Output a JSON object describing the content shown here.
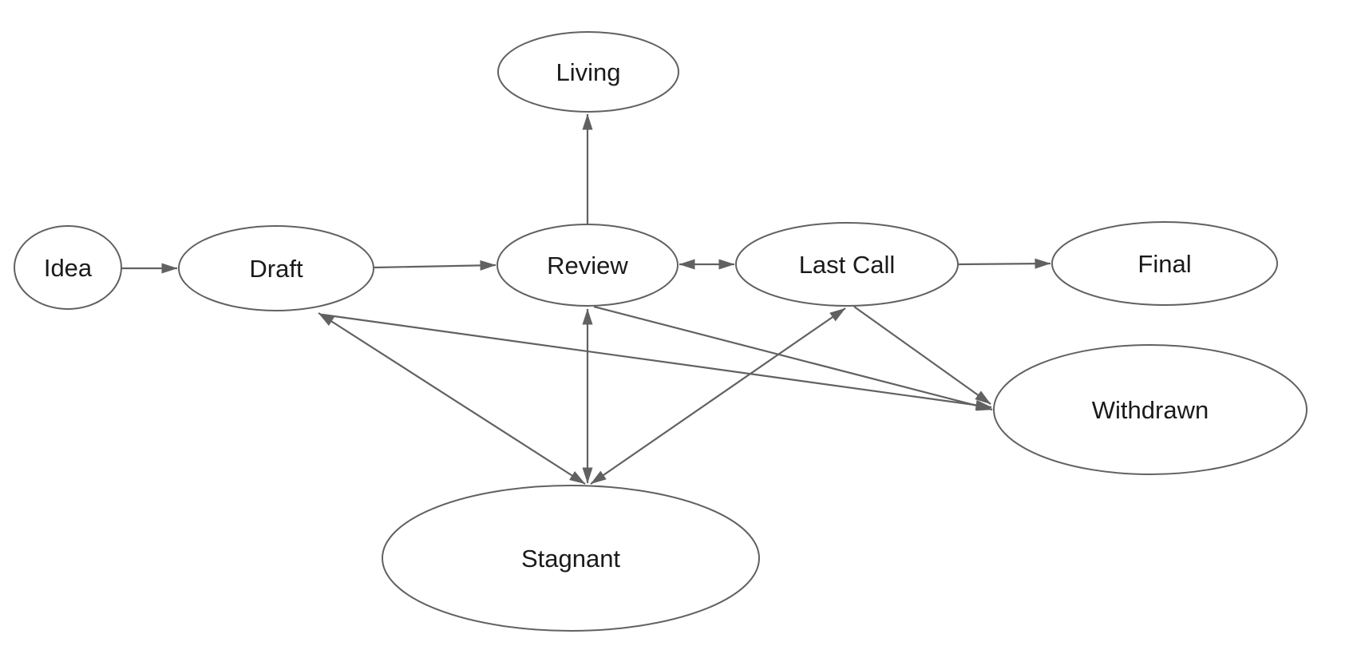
{
  "diagram": {
    "type": "state-flow-diagram",
    "colors": {
      "background": "#ffffff",
      "stroke": "#616161",
      "text": "#1a1a1a"
    },
    "nodes": {
      "idea": {
        "label": "Idea"
      },
      "draft": {
        "label": "Draft"
      },
      "review": {
        "label": "Review"
      },
      "last_call": {
        "label": "Last Call"
      },
      "final": {
        "label": "Final"
      },
      "living": {
        "label": "Living"
      },
      "withdrawn": {
        "label": "Withdrawn"
      },
      "stagnant": {
        "label": "Stagnant"
      }
    },
    "edges": [
      {
        "from": "Idea",
        "to": "Draft",
        "bidirectional": false
      },
      {
        "from": "Draft",
        "to": "Review",
        "bidirectional": false
      },
      {
        "from": "Review",
        "to": "Last Call",
        "bidirectional": true
      },
      {
        "from": "Last Call",
        "to": "Final",
        "bidirectional": false
      },
      {
        "from": "Review",
        "to": "Living",
        "bidirectional": false
      },
      {
        "from": "Draft",
        "to": "Stagnant",
        "bidirectional": true
      },
      {
        "from": "Review",
        "to": "Stagnant",
        "bidirectional": true
      },
      {
        "from": "Last Call",
        "to": "Stagnant",
        "bidirectional": true
      },
      {
        "from": "Draft",
        "to": "Withdrawn",
        "bidirectional": false
      },
      {
        "from": "Review",
        "to": "Withdrawn",
        "bidirectional": false
      },
      {
        "from": "Last Call",
        "to": "Withdrawn",
        "bidirectional": false
      }
    ]
  }
}
